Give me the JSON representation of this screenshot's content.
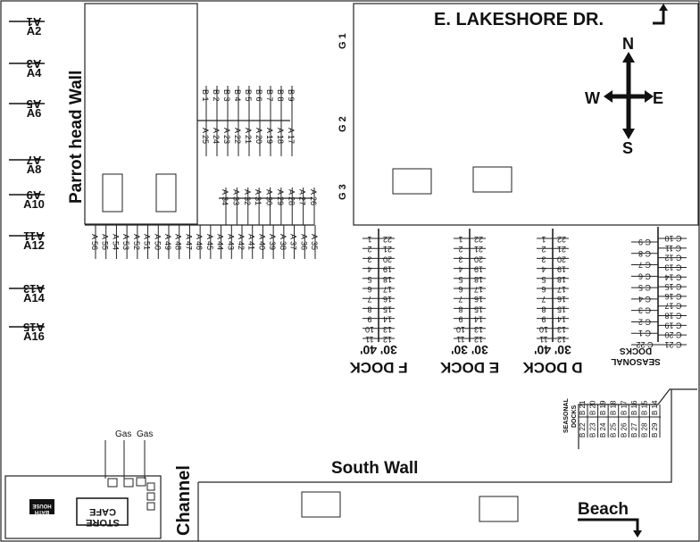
{
  "labels": {
    "street": "E. LAKESHORE DR.",
    "parrothead_wall": "Parrot head Wall",
    "south_wall": "South Wall",
    "channel": "Channel",
    "beach": "Beach",
    "gas1": "Gas",
    "gas2": "Gas",
    "cafe_store": "CAFE STORE",
    "bath_house": "BATH HOUSE",
    "seasonal_docks_right": "SEASONAL DOCKS",
    "seasonal_docks_bottom": "SEASONAL DOCKS"
  },
  "compass": {
    "n": "N",
    "s": "S",
    "e": "E",
    "w": "W"
  },
  "gangways": [
    "G 1",
    "G 2",
    "G 3"
  ],
  "left_pairs": [
    [
      "A1",
      "A2"
    ],
    [
      "A3",
      "A4"
    ],
    [
      "A5",
      "A6"
    ],
    [
      "A7",
      "A8"
    ],
    [
      "A9",
      "A10"
    ],
    [
      "A11",
      "A12"
    ],
    [
      "A13",
      "A14"
    ],
    [
      "A15",
      "A16"
    ]
  ],
  "b_slips_top": [
    "B 1",
    "B 2",
    "B 3",
    "B 4",
    "B 5",
    "B 6",
    "B 7",
    "B 8",
    "B 9"
  ],
  "a_row_upper": [
    "A 25",
    "A 24",
    "A 23",
    "A 22",
    "A 21",
    "A 20",
    "A 19",
    "A 18",
    "A 17"
  ],
  "a_row_middle": [
    "A 34",
    "A 33",
    "A 32",
    "A 31",
    "A 30",
    "A 29",
    "A 28",
    "A 27",
    "A 26"
  ],
  "a_row_lower": [
    "A 56",
    "A 55",
    "A 54",
    "A 53",
    "A 52",
    "A 51",
    "A 50",
    "A 49",
    "A 48",
    "A 47",
    "A 46",
    "A 45",
    "A 44",
    "A 43",
    "A 42",
    "A 41",
    "A 40",
    "A 39",
    "A 38",
    "A 37",
    "A 36",
    "A 35"
  ],
  "docks": [
    {
      "name": "F DOCK",
      "sizes": "30'  40'",
      "left": [
        "1",
        "2",
        "3",
        "4",
        "5",
        "6",
        "7",
        "8",
        "9",
        "10",
        "11"
      ],
      "right": [
        "22",
        "21",
        "20",
        "19",
        "18",
        "17",
        "16",
        "15",
        "14",
        "13",
        "12"
      ]
    },
    {
      "name": "E DOCK",
      "sizes": "30'  30'",
      "left": [
        "1",
        "2",
        "3",
        "4",
        "5",
        "6",
        "7",
        "8",
        "9",
        "10",
        "11"
      ],
      "right": [
        "22",
        "21",
        "20",
        "19",
        "18",
        "17",
        "16",
        "15",
        "14",
        "13",
        "12"
      ]
    },
    {
      "name": "D DOCK",
      "sizes": "30'  40'",
      "left": [
        "1",
        "2",
        "3",
        "4",
        "5",
        "6",
        "7",
        "8",
        "9",
        "10",
        "11"
      ],
      "right": [
        "22",
        "21",
        "20",
        "19",
        "18",
        "17",
        "16",
        "15",
        "14",
        "13",
        "12"
      ]
    }
  ],
  "c_dock": {
    "left": [
      "C 9",
      "C 8",
      "C 7",
      "C 6",
      "C 5",
      "C 4",
      "C 3",
      "C 2",
      "C 1",
      "C 22"
    ],
    "right": [
      "C 10",
      "C 11",
      "C 12",
      "C 13",
      "C 14",
      "C 15",
      "C 16",
      "C 17",
      "C 18",
      "C 19",
      "C 20",
      "C 21"
    ]
  },
  "b_seasonal": [
    [
      "B 22",
      "B 21"
    ],
    [
      "B 23",
      "B 20"
    ],
    [
      "B 24",
      "B 19"
    ],
    [
      "B 25",
      "B 18"
    ],
    [
      "B 26",
      "B 17"
    ],
    [
      "B 27",
      "B 16"
    ],
    [
      "B 28",
      "B 15"
    ],
    [
      "B 29",
      "B 14"
    ]
  ]
}
